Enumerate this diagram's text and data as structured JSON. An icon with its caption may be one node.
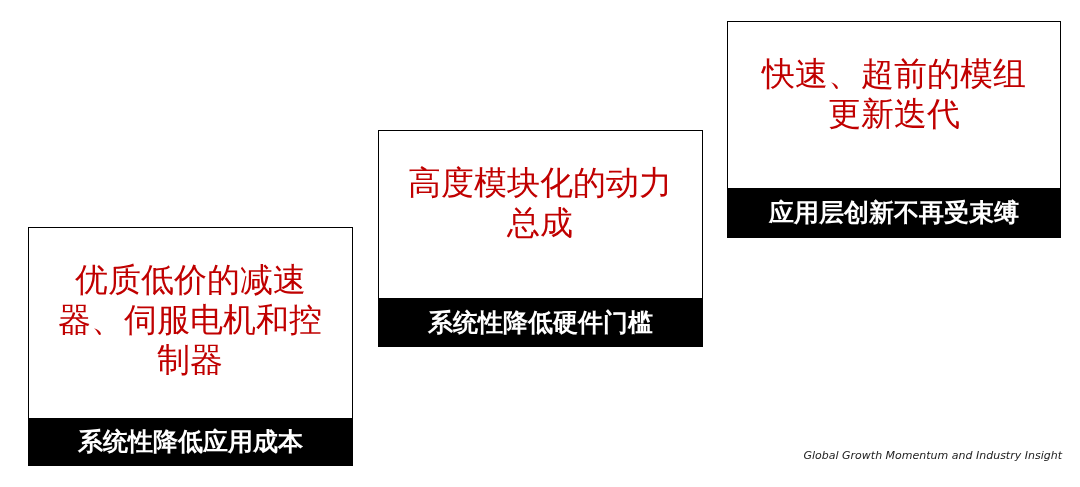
{
  "diagram": {
    "nodes": [
      {
        "text": [
          "优质低价的减速器、伺服电机和控制器",
          "系统性降低应用成本"
        ]
      },
      {
        "text": [
          "高度模块化的动力总成",
          "系统性降低硬件门槛"
        ]
      },
      {
        "text": [
          "快速、超前的模组更新迭代",
          "应用层创新不再受束缚"
        ]
      }
    ],
    "labels": [
      "Global Growth Momentum and Industry Insight"
    ]
  }
}
